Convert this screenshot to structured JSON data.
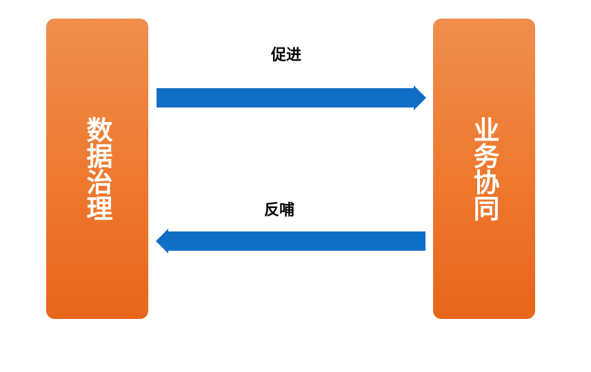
{
  "nodes": {
    "left": {
      "label": "数据治理"
    },
    "right": {
      "label": "业务协同"
    }
  },
  "edges": {
    "forward": {
      "label": "促进"
    },
    "backward": {
      "label": "反哺"
    }
  },
  "colors": {
    "box_top": "#f08e4e",
    "box_bottom": "#e8661a",
    "arrow": "#0f6fc6"
  }
}
